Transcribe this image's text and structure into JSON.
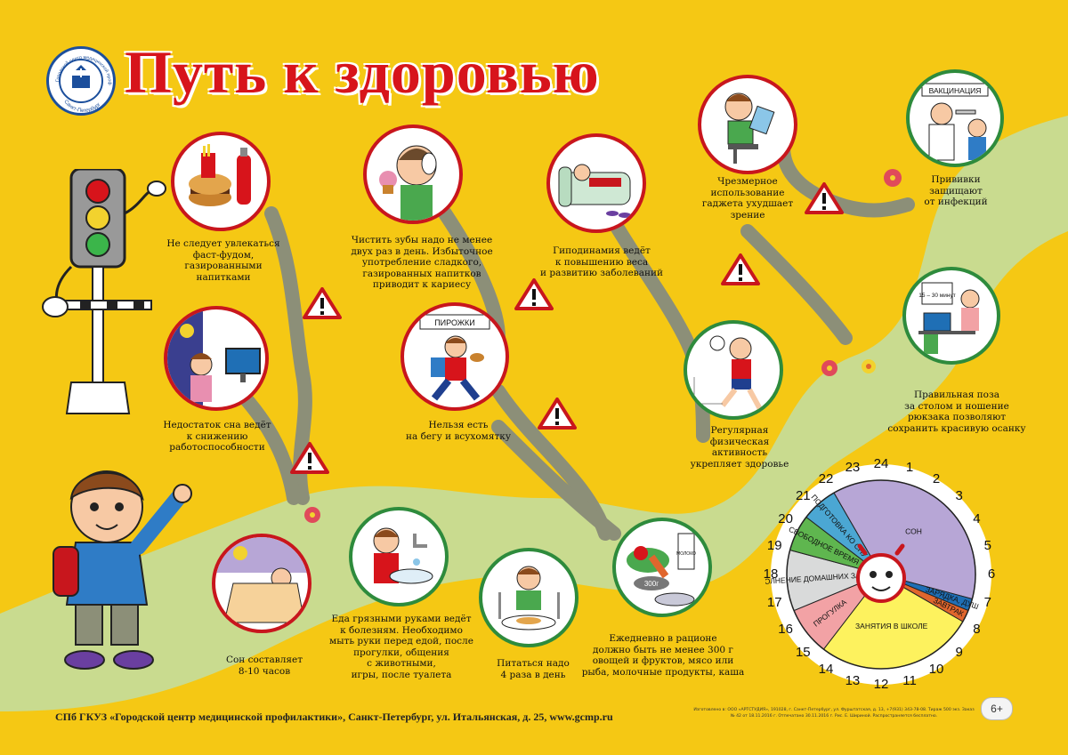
{
  "title": "Путь к здоровью",
  "logo": {
    "ring_text": "Городской центр медицинской профилактики",
    "city": "Санкт-Петербург"
  },
  "tips": {
    "fastfood": "Не следует увлекаться\nфаст-фудом,\nгазированными\nнапитками",
    "teeth": "Чистить зубы надо не менее\nдвух раз в день. Избыточное\nупотребление сладкого,\nгазированных напитков\nприводит к кариесу",
    "hypodynamia": "Гиподинамия ведёт\nк повышению веса\nи развитию заболеваний",
    "gadgets": "Чрезмерное\nиспользование\nгаджета ухудшает\nзрение",
    "vaccination": "Прививки\nзащищают\nот инфекций",
    "sleep_lack": "Недостаток сна ведёт\nк снижению\nработоспособности",
    "eat_run": "Нельзя есть\nна бегу и всухомятку",
    "activity": "Регулярная\nфизическая\nактивность\nукрепляет здоровье",
    "posture": "Правильная поза\nза столом и ношение\nрюкзака позволяют\nсохранить красивую осанку",
    "sleep_hours": "Сон составляет\n8-10 часов",
    "hands": "Еда грязными руками ведёт\nк болезням. Необходимо\nмыть руки перед едой, после\nпрогулки, общения\nс животными,\nигры, после туалета",
    "meals": "Питаться надо\n4 раза в день",
    "diet": "Ежедневно в рационе\nдолжно быть не менее 300 г\nовощей и фруктов, мясо или\nрыба, молочные продукты, каша"
  },
  "picture_labels": {
    "pirozhki": "ПИРОЖКИ",
    "vaccination": "ВАКЦИНАЦИЯ",
    "minutes": "15 – 30 минут",
    "milk": "МОЛОКО",
    "grams": "300г"
  },
  "clock": {
    "hours": [
      "24",
      "1",
      "2",
      "3",
      "4",
      "5",
      "6",
      "7",
      "8",
      "9",
      "10",
      "11",
      "12",
      "13",
      "14",
      "15",
      "16",
      "17",
      "18",
      "19",
      "20",
      "21",
      "22",
      "23"
    ],
    "segments": [
      {
        "label": "СОН",
        "from": 22,
        "to": 31,
        "color": "#b7a6d6"
      },
      {
        "label": "ЗАРЯДКА, ДУШ",
        "from": 7,
        "to": 7.5,
        "color": "#1f6fb5"
      },
      {
        "label": "ЗАВТРАК",
        "from": 7.5,
        "to": 8,
        "color": "#e0662d"
      },
      {
        "label": "ЗАНЯТИЯ В ШКОЛЕ",
        "from": 8,
        "to": 14.5,
        "color": "#fdf25e"
      },
      {
        "label": "ПРОГУЛКА",
        "from": 14.5,
        "to": 16.5,
        "color": "#f2a2a5"
      },
      {
        "label": "ВЫПОЛНЕНИЕ ДОМАШНИХ ЗАДАНИЙ",
        "from": 16.5,
        "to": 19,
        "color": "#d9dada"
      },
      {
        "label": "СВОБОДНОЕ ВРЕМЯ",
        "from": 19,
        "to": 20.5,
        "color": "#5fb64f"
      },
      {
        "label": "ПОДГОТОВКА КО СНУ",
        "from": 20.5,
        "to": 22,
        "color": "#4ba7d3"
      }
    ]
  },
  "footer": "СПб ГКУЗ «Городской центр медицинской профилактики», Санкт-Петербург, ул. Итальянская, д. 25, www.gcmp.ru",
  "imprint": "Изготовлено в: ООО «АРТСТУДИЯ», 191028, г. Санкт-Петербург, ул. Фурштатская, д. 13, +7(931) 343-78-08. Тираж 500 экз. Заказ № 42 от 18.11.2016 г. Отпечатано 30.11.2016 г. Рис. Е. Шириной. Распространяется бесплатно.",
  "age_rating": "6+",
  "colors": {
    "background": "#f5c814",
    "title": "#d7141b",
    "red_ring": "#c8161d",
    "green_ring": "#2e8b3c",
    "path": "#c7dc8e",
    "road": "#8c8f78"
  }
}
